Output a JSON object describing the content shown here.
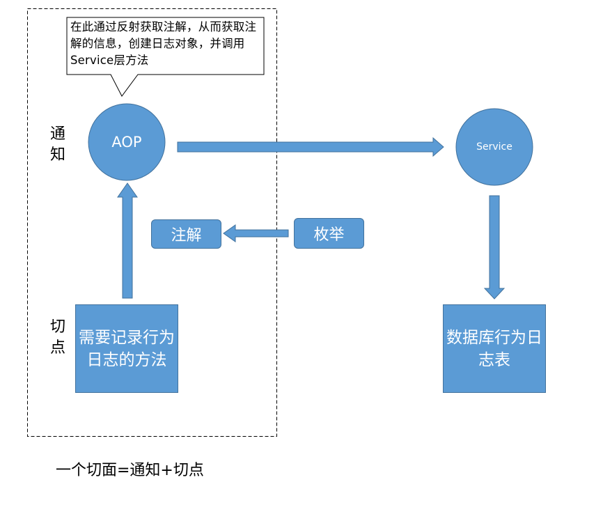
{
  "callout": {
    "text": "在此通过反射获取注解，从而获取注解的信息，创建日志对象，并调用Service层方法"
  },
  "side_labels": {
    "advice": "通知",
    "pointcut": "切点"
  },
  "nodes": {
    "aop": "AOP",
    "service": "Service",
    "annotation": "注解",
    "enum": "枚举",
    "methods_to_log": "需要记录行为日志的方法",
    "log_table": "数据库行为日志表"
  },
  "footer": "一个切面=通知+切点",
  "colors": {
    "node_fill": "#5b9bd5",
    "node_border": "#41719c",
    "arrow": "#5b9bd5",
    "text_on_node": "#ffffff",
    "dashed_border": "#000000"
  }
}
